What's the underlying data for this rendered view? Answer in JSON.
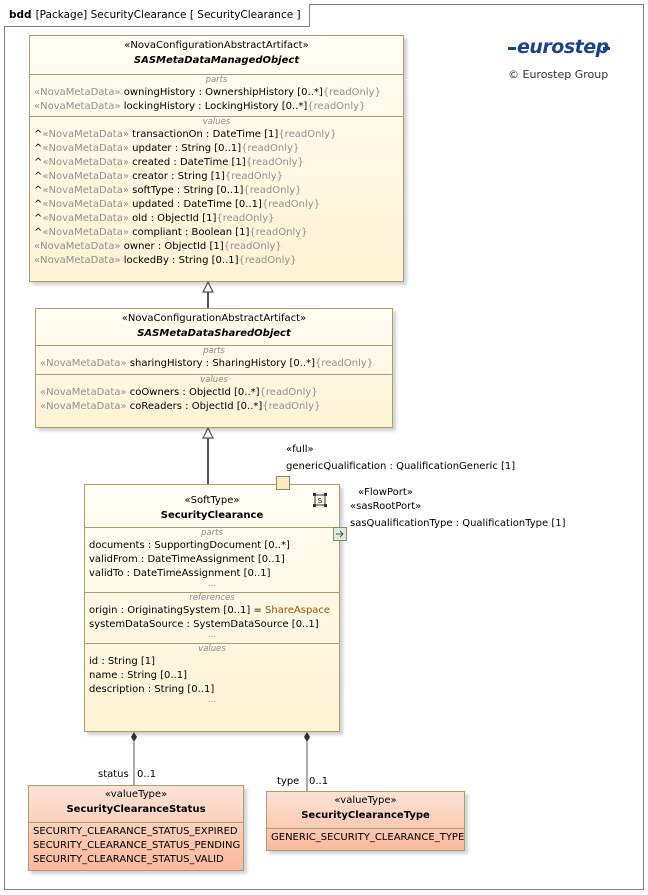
{
  "frame": {
    "kind": "bdd",
    "title": "[Package] SecurityClearance [ SecurityClearance ]"
  },
  "logo": {
    "text": "eurostep",
    "copyright": "© Eurostep Group"
  },
  "blocks": {
    "managed": {
      "stereotype": "«NovaConfigurationAbstractArtifact»",
      "name": "SASMetaDataManagedObject",
      "parts_label": "parts",
      "parts": [
        {
          "prefix": "",
          "st": "«NovaMetaData»",
          "sig": " owningHistory : OwnershipHistory [0..*]",
          "ro": "{readOnly}"
        },
        {
          "prefix": "",
          "st": "«NovaMetaData»",
          "sig": " lockingHistory : LockingHistory [0..*]",
          "ro": "{readOnly}"
        }
      ],
      "values_label": "values",
      "values": [
        {
          "prefix": "^",
          "st": "«NovaMetaData»",
          "sig": " transactionOn : DateTime [1]",
          "ro": "{readOnly}"
        },
        {
          "prefix": "^",
          "st": "«NovaMetaData»",
          "sig": " updater : String [0..1]",
          "ro": "{readOnly}"
        },
        {
          "prefix": "^",
          "st": "«NovaMetaData»",
          "sig": " created : DateTime [1]",
          "ro": "{readOnly}"
        },
        {
          "prefix": "^",
          "st": "«NovaMetaData»",
          "sig": " creator : String [1]",
          "ro": "{readOnly}"
        },
        {
          "prefix": "^",
          "st": "«NovaMetaData»",
          "sig": " softType : String [0..1]",
          "ro": "{readOnly}"
        },
        {
          "prefix": "^",
          "st": "«NovaMetaData»",
          "sig": " updated : DateTime [0..1]",
          "ro": "{readOnly}"
        },
        {
          "prefix": "^",
          "st": "«NovaMetaData»",
          "sig": " old : ObjectId [1]",
          "ro": "{readOnly}"
        },
        {
          "prefix": "^",
          "st": "«NovaMetaData»",
          "sig": " compliant : Boolean [1]",
          "ro": "{readOnly}"
        },
        {
          "prefix": "",
          "st": "«NovaMetaData»",
          "sig": " owner : ObjectId [1]",
          "ro": "{readOnly}"
        },
        {
          "prefix": "",
          "st": "«NovaMetaData»",
          "sig": " lockedBy : String [0..1]",
          "ro": "{readOnly}"
        }
      ]
    },
    "shared": {
      "stereotype": "«NovaConfigurationAbstractArtifact»",
      "name": "SASMetaDataSharedObject",
      "parts_label": "parts",
      "parts": [
        {
          "st": "«NovaMetaData»",
          "sig": " sharingHistory : SharingHistory [0..*]",
          "ro": "{readOnly}"
        }
      ],
      "values_label": "values",
      "values": [
        {
          "st": "«NovaMetaData»",
          "sig": " coOwners : ObjectId [0..*]",
          "ro": "{readOnly}"
        },
        {
          "st": "«NovaMetaData»",
          "sig": " coReaders : ObjectId [0..*]",
          "ro": "{readOnly}"
        }
      ]
    },
    "clearance": {
      "stereotype": "«SoftType»",
      "name": "SecurityClearance",
      "parts_label": "parts",
      "parts": [
        {
          "name": "documents",
          "type": " : SupportingDocument [0..*]"
        },
        {
          "name": "validFrom",
          "type": " : DateTimeAssignment [0..1]"
        },
        {
          "name": "validTo",
          "type": " : DateTimeAssignment [0..1]"
        }
      ],
      "references_label": "references",
      "references": [
        {
          "name": "origin",
          "type": " : OriginatingSystem [0..1] = ",
          "default": "ShareAspace"
        },
        {
          "name": "systemDataSource",
          "type": " : SystemDataSource [0..1]",
          "default": ""
        }
      ],
      "values_label": "values",
      "values": [
        {
          "name": "id",
          "type": " : String [1]"
        },
        {
          "name": "name",
          "type": " : String [0..1]"
        },
        {
          "name": "description",
          "type": " : String [0..1]"
        }
      ],
      "ellipsis": "..."
    },
    "status": {
      "stereotype": "«valueType»",
      "name": "SecurityClearanceStatus",
      "literals": [
        "SECURITY_CLEARANCE_STATUS_EXPIRED",
        "SECURITY_CLEARANCE_STATUS_PENDING",
        "SECURITY_CLEARANCE_STATUS_VALID"
      ]
    },
    "type": {
      "stereotype": "«valueType»",
      "name": "SecurityClearanceType",
      "literals": [
        "GENERIC_SECURITY_CLEARANCE_TYPE"
      ]
    }
  },
  "ports": {
    "full": {
      "stereotype": "«full»",
      "label": "genericQualification : QualificationGeneric [1]"
    },
    "flow": {
      "stereotype1": "«FlowPort»",
      "stereotype2": "«sasRootPort»",
      "label": "sasQualificationType : QualificationType [1]"
    }
  },
  "associations": {
    "status": {
      "role": "status",
      "mult": "0..1"
    },
    "type": {
      "role": "type",
      "mult": "0..1"
    }
  },
  "colors": {
    "block_fill": "#fff3d4",
    "valuetype_fill": "#f9b99c",
    "metadata_text": "#909090",
    "default_value": "#a05000",
    "logo": "#1f3f8f"
  }
}
